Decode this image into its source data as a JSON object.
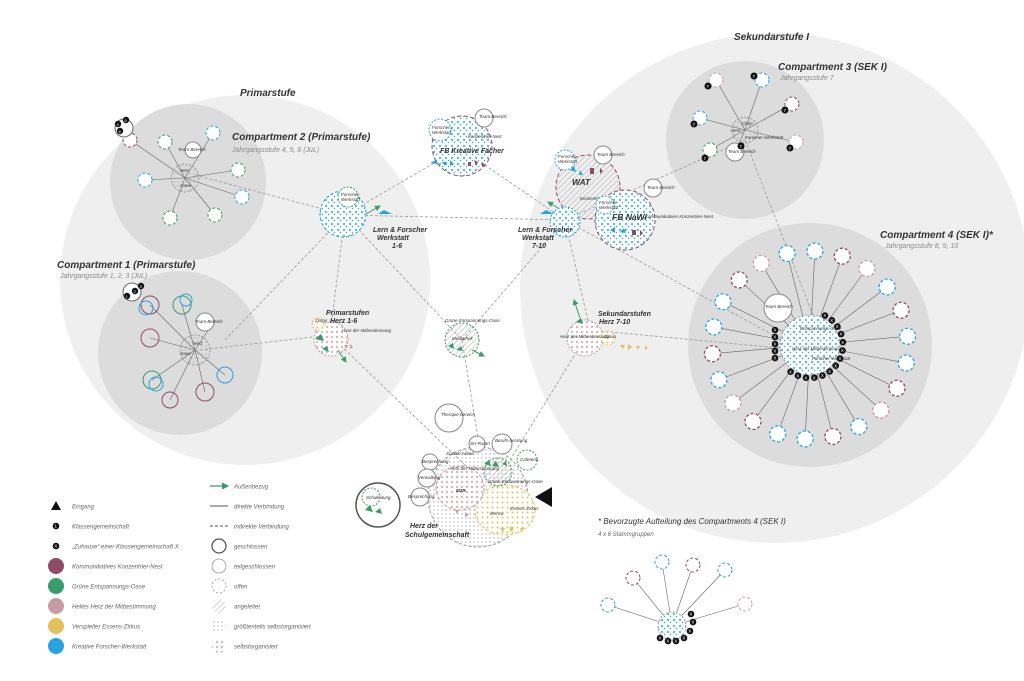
{
  "zones": {
    "primarstufe": "Primarstufe",
    "sekundarstufe": "Sekundarstufe I"
  },
  "compartments": {
    "c1_title": "Compartment 1 (Primarstufe)",
    "c1_sub": "Jahrgangsstufe 1, 2, 3 (JüL)",
    "c2_title": "Compartment 2 (Primarstufe)",
    "c2_sub": "Jahrgangsstufe 4, 5, 6 (JüL)",
    "c3_title": "Compartment 3 (SEK I)",
    "c3_sub": "Jahrgangsstufe 7",
    "c4_title": "Compartment 4 (SEK I)*",
    "c4_sub": "Jahrgangsstufe 8, 9, 10"
  },
  "nodes": {
    "team_bereich": "Team Bereich",
    "herz": "Herz",
    "oase": "Oase",
    "werkstatt_lf16": "Lern & Forscher Werkstatt 1-6",
    "werkstatt_lf16_a": "Lern & Forscher",
    "werkstatt_lf16_b": "Werkstatt",
    "werkstatt_lf16_c": "1-6",
    "werkstatt_lf710_a": "Lern & Forscher",
    "werkstatt_lf710_b": "Werkstatt",
    "werkstatt_lf710_c": "7-10",
    "forscher_werkstatt": "Forscher-Werkstatt",
    "forscher_a": "Forscher-",
    "forscher_b": "Werkstatt",
    "fb_kreativ": "FB Kreative Fächer",
    "konzentrier_nest": "Konzentrier-Nest",
    "wat": "WAT",
    "fb_nawi": "FB NaWi",
    "komm_nest": "Kommunikatives Konzentrier-Nest",
    "primar_herz_a": "Primarstufen",
    "primar_herz_b": "Herz   1-6",
    "sek_herz_a": "Sekundarstufen",
    "sek_herz_b": "Herz      7-10",
    "zirkus": "Zirkus",
    "herz_mitbest": "Herz der Mitbestimmung",
    "gruene_oase": "Grüne Entspannungs-Oase",
    "mediathek": "Mediathek",
    "therapie": "Therapie-bereich",
    "sh_raum": "SH-Raum",
    "berufsberatung": "Berufs-beratung",
    "cafeteria": "Cafeteria",
    "soziale_arbeit": "Soziale Arbeit",
    "besprechung": "Besprechung",
    "verwaltung": "Verwaltung",
    "mzr": "MZR",
    "mensa": "Mensa",
    "essens_zirkus": "Essens-Zirkus",
    "schulleitung": "Schulleitung",
    "herz_schul_a": "Herz der",
    "herz_schul_b": "Schulgemeinschaft",
    "forscher_werkstatt_c4": "Forscher-Werkstatt",
    "entspannungs_oase": "Entspannungs-Oase"
  },
  "legend_left": [
    {
      "label": "Eingang",
      "symbol": "triangle"
    },
    {
      "label": "Klassengemeinschaft",
      "symbol": "number"
    },
    {
      "label": "„Zuhause“ einer Klassengemeinschaft X",
      "symbol": "x"
    },
    {
      "label": "Kommunikatives Konzentrier-Nest",
      "color": "#8e4a66"
    },
    {
      "label": "Grüne Entspannungs-Oase",
      "color": "#3a9b6b"
    },
    {
      "label": "Helles Herz der Mitbestimmung",
      "color": "#c79aa4"
    },
    {
      "label": "Verspielter Essens-Zirkus",
      "color": "#e3c15a"
    },
    {
      "label": "Kreative Forscher-Werkstatt",
      "color": "#28a3dd"
    }
  ],
  "legend_right": [
    {
      "label": "Außenbezug",
      "style": "arrow"
    },
    {
      "label": "direkte Verbindung",
      "style": "solid"
    },
    {
      "label": "indirekte Verbindung",
      "style": "dashed"
    },
    {
      "label": "geschlossen",
      "style": "closed"
    },
    {
      "label": "teilgeschlossen",
      "style": "partial"
    },
    {
      "label": "offen",
      "style": "open"
    },
    {
      "label": "angeleitet",
      "style": "hatched"
    },
    {
      "label": "größtenteils selbstorganisiert",
      "style": "dotted"
    },
    {
      "label": "selbstorganisiert",
      "style": "crosses"
    }
  ],
  "note": {
    "title": "* Bevorzugte Aufteilung des Compartments 4 (SEK I)",
    "sub": "4 x 6 Stammgruppen"
  },
  "class_numbers": {
    "c1": [
      "1",
      "2",
      "3"
    ],
    "c2": [
      "4",
      "5",
      "6"
    ],
    "c3": "7",
    "c4": "X"
  },
  "colors": {
    "zone_bg": "#efefef",
    "compartment_bg": "#dcdcdc",
    "konzentrier": "#8e4a66",
    "gruen": "#3a9b6b",
    "herz": "#c79aa4",
    "zirkus": "#e3c15a",
    "werkstatt": "#28a3dd"
  }
}
